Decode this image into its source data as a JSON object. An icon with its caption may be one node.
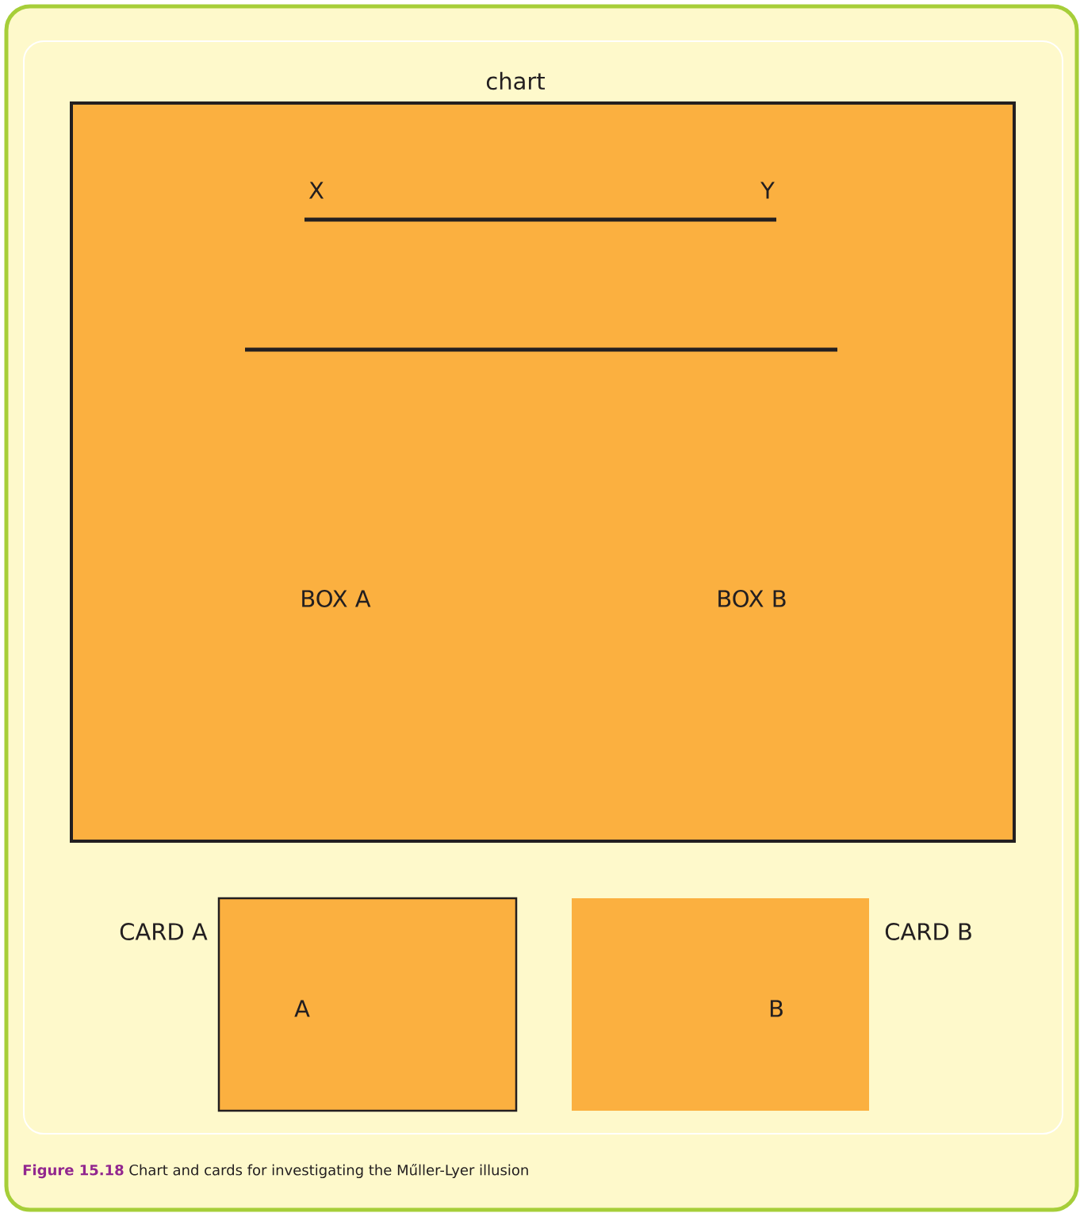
{
  "diagram": {
    "nodes": [
      {
        "text": [
          "chart"
        ]
      },
      {
        "text": [
          "A"
        ],
        "beside": [
          "CARD A"
        ]
      },
      {
        "text": [
          "B"
        ],
        "beside": [
          "CARD B"
        ]
      }
    ],
    "labels": [
      "X",
      "Y",
      "BOX A",
      "BOX B"
    ],
    "caption": "**Figure 15.18** Chart and cards for investigating the Műller-Lyer illusion"
  }
}
